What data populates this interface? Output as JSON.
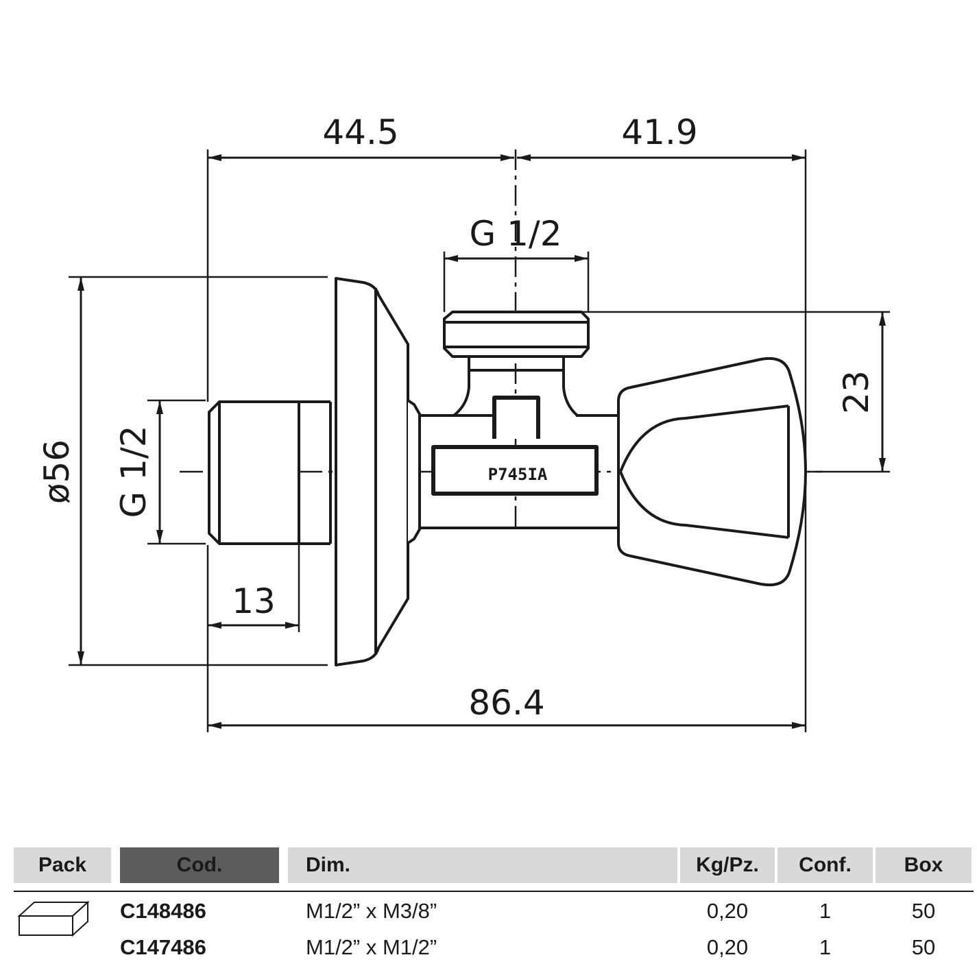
{
  "drawing": {
    "dimensions": {
      "left_to_axis": "44.5",
      "axis_to_handle": "41.9",
      "outlet_thread": "G 1/2",
      "inlet_thread": "G 1/2",
      "flange_diameter": "ø56",
      "height_to_axis": "23",
      "thread_length": "13",
      "total_length": "86.4"
    },
    "stamp": "P745IA"
  },
  "table": {
    "headers": {
      "pack": "Pack",
      "code": "Cod.",
      "dim": "Dim.",
      "weight": "Kg/Pz.",
      "conf": "Conf.",
      "box": "Box"
    },
    "header_colors": {
      "default": "#d9d9d9",
      "code": "#5c5c5c"
    },
    "rows": [
      {
        "code": "C148486",
        "dim": "M1/2” x M3/8”",
        "weight": "0,20",
        "conf": "1",
        "box": "50"
      },
      {
        "code": "C147486",
        "dim": "M1/2” x M1/2”",
        "weight": "0,20",
        "conf": "1",
        "box": "50"
      }
    ]
  }
}
